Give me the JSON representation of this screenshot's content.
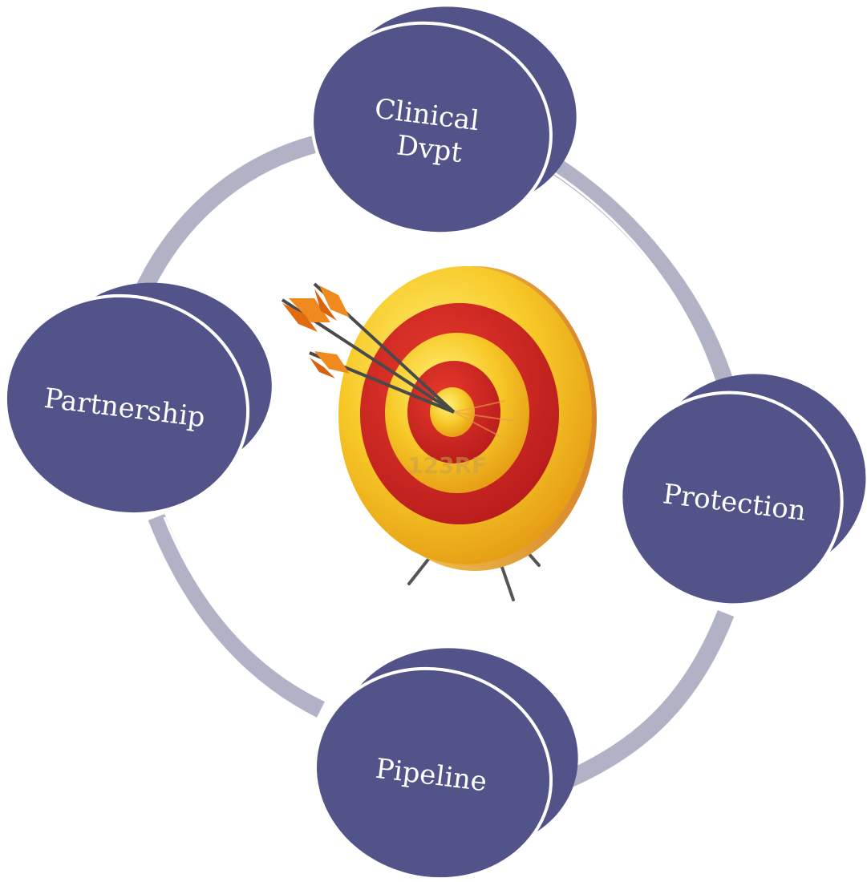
{
  "diagram": {
    "nodes": [
      {
        "id": "clinical",
        "lines": [
          "Clinical",
          "Dvpt"
        ]
      },
      {
        "id": "protection",
        "lines": [
          "Protection"
        ]
      },
      {
        "id": "pipeline",
        "lines": [
          "Pipeline"
        ]
      },
      {
        "id": "partnership",
        "lines": [
          "Partnership"
        ]
      }
    ],
    "center_image": {
      "subject": "archery-target-with-three-arrows",
      "watermark": "123RF"
    },
    "colors": {
      "node_fill": "#525388",
      "node_stroke": "#ffffff",
      "ring": "#b2b2c6",
      "target_red": "#d42424",
      "target_yellow": "#f5c518",
      "arrow_fletching": "#f08a1e"
    }
  }
}
